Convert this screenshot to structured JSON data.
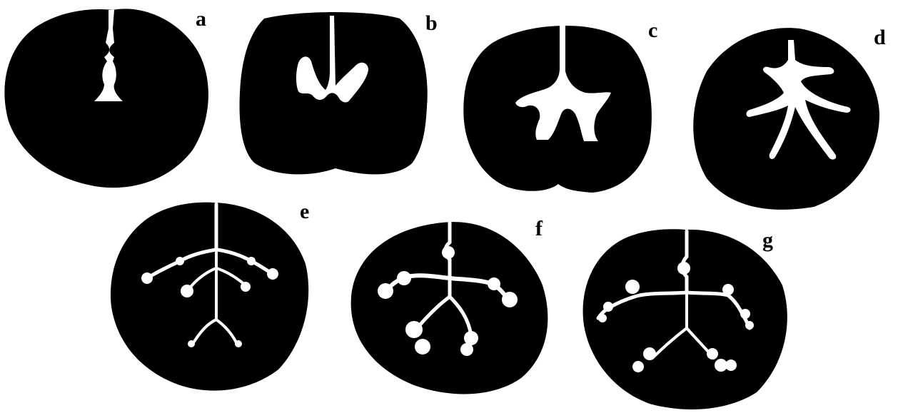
{
  "figure": {
    "panels": [
      {
        "id": "a",
        "label": "a"
      },
      {
        "id": "b",
        "label": "b"
      },
      {
        "id": "c",
        "label": "c"
      },
      {
        "id": "d",
        "label": "d"
      },
      {
        "id": "e",
        "label": "e"
      },
      {
        "id": "f",
        "label": "f"
      },
      {
        "id": "g",
        "label": "g"
      }
    ],
    "colors": {
      "ink": "#000000",
      "cavity": "#ffffff"
    }
  }
}
